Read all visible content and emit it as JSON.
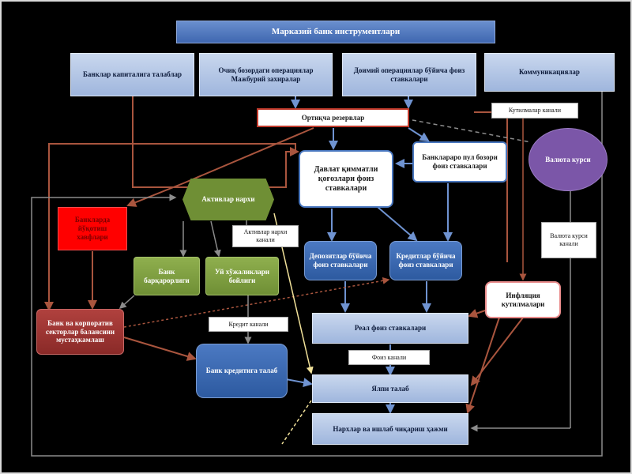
{
  "diagram": {
    "title": "Марказий банк инструментлари",
    "top_row": [
      "Банклар капиталига талаблар",
      "Очиқ бозордаги операциялар Мажбурий захиралар",
      "Доимий операциялар бўйича фоиз ставкалари",
      "Коммуникациялар"
    ],
    "reserves": "Ортиқча резервлар",
    "interbank": "Банклараро пул бозори фоиз ставкалари",
    "gov_bonds": "Давлат қимматли қоғозлари фоиз ставкалари",
    "currency": "Валюта курси",
    "assets": "Активлар нархи",
    "bank_losses": "Банкларда йўқотиш хавфлари",
    "assets_channel": "Активлар нархи канали",
    "deposit_rates": "Депозитлар бўйича фоиз ставкалари",
    "credit_rates": "Кредитлар бўйича фоиз ставкалари",
    "currency_channel": "Валюта курси канали",
    "expectations_channel": "Кутилмалар канали",
    "bank_soundness": "Банк барқарорлиги",
    "household_wealth": "Уй хўжаликлари бойлиги",
    "inflation_expectations": "Инфляция кутилмалари",
    "balance_sheets": "Банк ва корпоратив секторлар балансини мустаҳкамлаш",
    "credit_channel": "Кредит канали",
    "real_rates": "Реал фоиз ставкалари",
    "bank_credit": "Банк кредитига талаб",
    "interest_channel": "Фоиз канали",
    "aggregate_demand": "Ялпи талаб",
    "prices_output": "Нархлар ва ишлаб чиқариш ҳажми"
  },
  "colors": {
    "background": "#000000",
    "blue_light": "#b8cae8",
    "blue_mid": "#3d6ab3",
    "green": "#7d9c41",
    "red": "#ff0000",
    "dark_red": "#9c3533",
    "purple": "#7b56a8",
    "arrow_blue": "#6f93d1",
    "arrow_brown": "#a9553e",
    "arrow_gray": "#8c8c8c",
    "arrow_yellow": "#f2e29a"
  }
}
